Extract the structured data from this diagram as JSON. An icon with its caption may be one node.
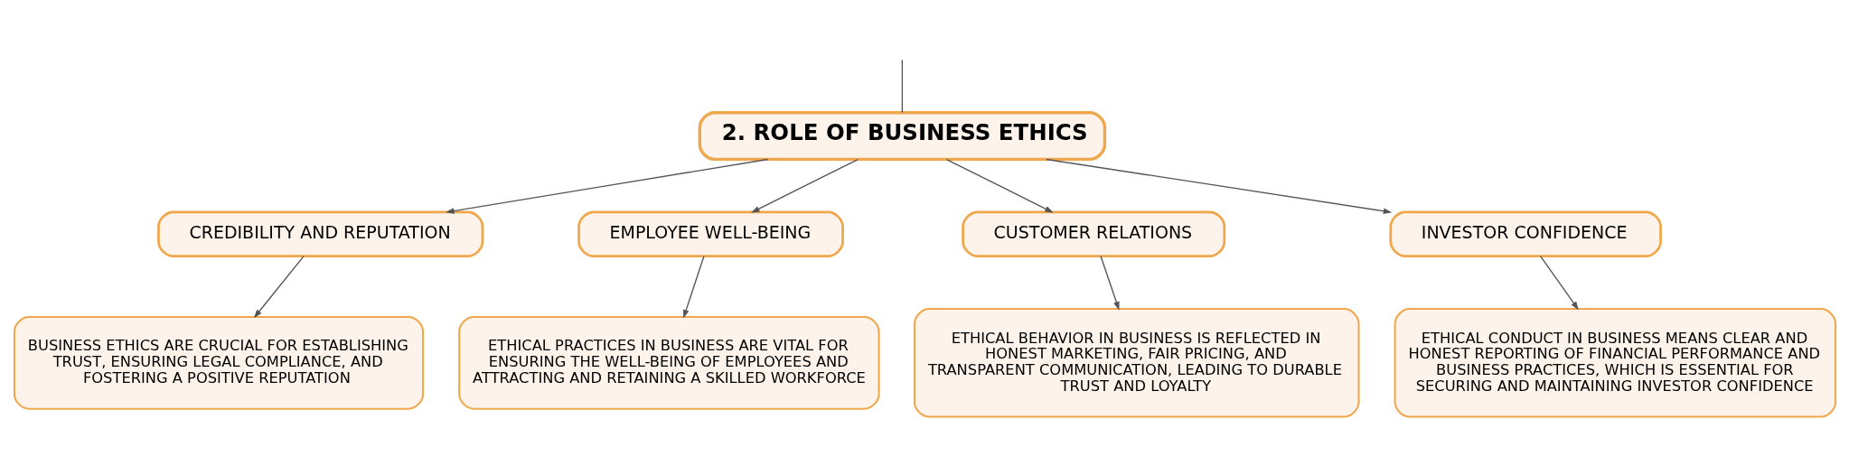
{
  "diagram": {
    "nodes": [
      {
        "text": [
          "2. ROLE OF BUSINESS ETHICS"
        ]
      },
      {
        "text": [
          "CREDIBILITY AND REPUTATION"
        ]
      },
      {
        "text": [
          "EMPLOYEE WELL-BEING"
        ]
      },
      {
        "text": [
          "CUSTOMER RELATIONS"
        ]
      },
      {
        "text": [
          "INVESTOR CONFIDENCE"
        ]
      },
      {
        "text": [
          "BUSINESS ETHICS ARE CRUCIAL FOR ESTABLISHING TRUST, ENSURING LEGAL COMPLIANCE, AND FOSTERING A POSITIVE REPUTATION"
        ]
      },
      {
        "text": [
          "ETHICAL PRACTICES IN BUSINESS ARE VITAL FOR ENSURING THE WELL-BEING OF EMPLOYEES AND ATTRACTING AND RETAINING A SKILLED WORKFORCE"
        ]
      },
      {
        "text": [
          "ETHICAL BEHAVIOR IN BUSINESS IS REFLECTED IN HONEST MARKETING, FAIR PRICING, AND TRANSPARENT COMMUNICATION, LEADING TO DURABLE TRUST AND LOYALTY"
        ]
      },
      {
        "text": [
          "ETHICAL CONDUCT IN BUSINESS MEANS CLEAR AND HONEST REPORTING OF FINANCIAL PERFORMANCE AND BUSINESS PRACTICES, WHICH IS ESSENTIAL FOR SECURING AND MAINTAINING INVESTOR CONFIDENCE"
        ]
      }
    ],
    "edges": [
      {
        "from": null,
        "to": 0,
        "arrow": "none"
      },
      {
        "from": 0,
        "to": 1,
        "arrow": "to"
      },
      {
        "from": 0,
        "to": 2,
        "arrow": "to"
      },
      {
        "from": 0,
        "to": 3,
        "arrow": "to"
      },
      {
        "from": 0,
        "to": 4,
        "arrow": "to"
      },
      {
        "from": 1,
        "to": 5,
        "arrow": "to"
      },
      {
        "from": 2,
        "to": 6,
        "arrow": "to"
      },
      {
        "from": 3,
        "to": 7,
        "arrow": "to"
      },
      {
        "from": 4,
        "to": 8,
        "arrow": "to"
      }
    ]
  }
}
